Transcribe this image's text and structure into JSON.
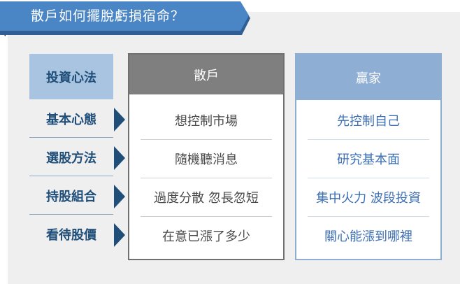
{
  "title": "散戶如何擺脫虧損宿命？",
  "colors": {
    "banner": "#4a86c5",
    "banner_shadow": "#1a1a1a",
    "panel_bg": "#efefef",
    "left_header_bg": "#a8c4e0",
    "left_text": "#1f4e79",
    "arrow": "#1f4e79",
    "retail_header_bg": "#7f7f7f",
    "winner_header_bg": "#8eaed3",
    "winner_text": "#3d6fb5"
  },
  "left": {
    "header": "投資心法",
    "items": [
      "基本心態",
      "選股方法",
      "持股組合",
      "看待股價"
    ]
  },
  "retail": {
    "header": "散戶",
    "items": [
      "想控制市場",
      "隨機聽消息",
      "過度分散 忽長忽短",
      "在意已漲了多少"
    ]
  },
  "winner": {
    "header": "贏家",
    "items": [
      "先控制自己",
      "研究基本面",
      "集中火力 波段投資",
      "關心能漲到哪裡"
    ]
  }
}
